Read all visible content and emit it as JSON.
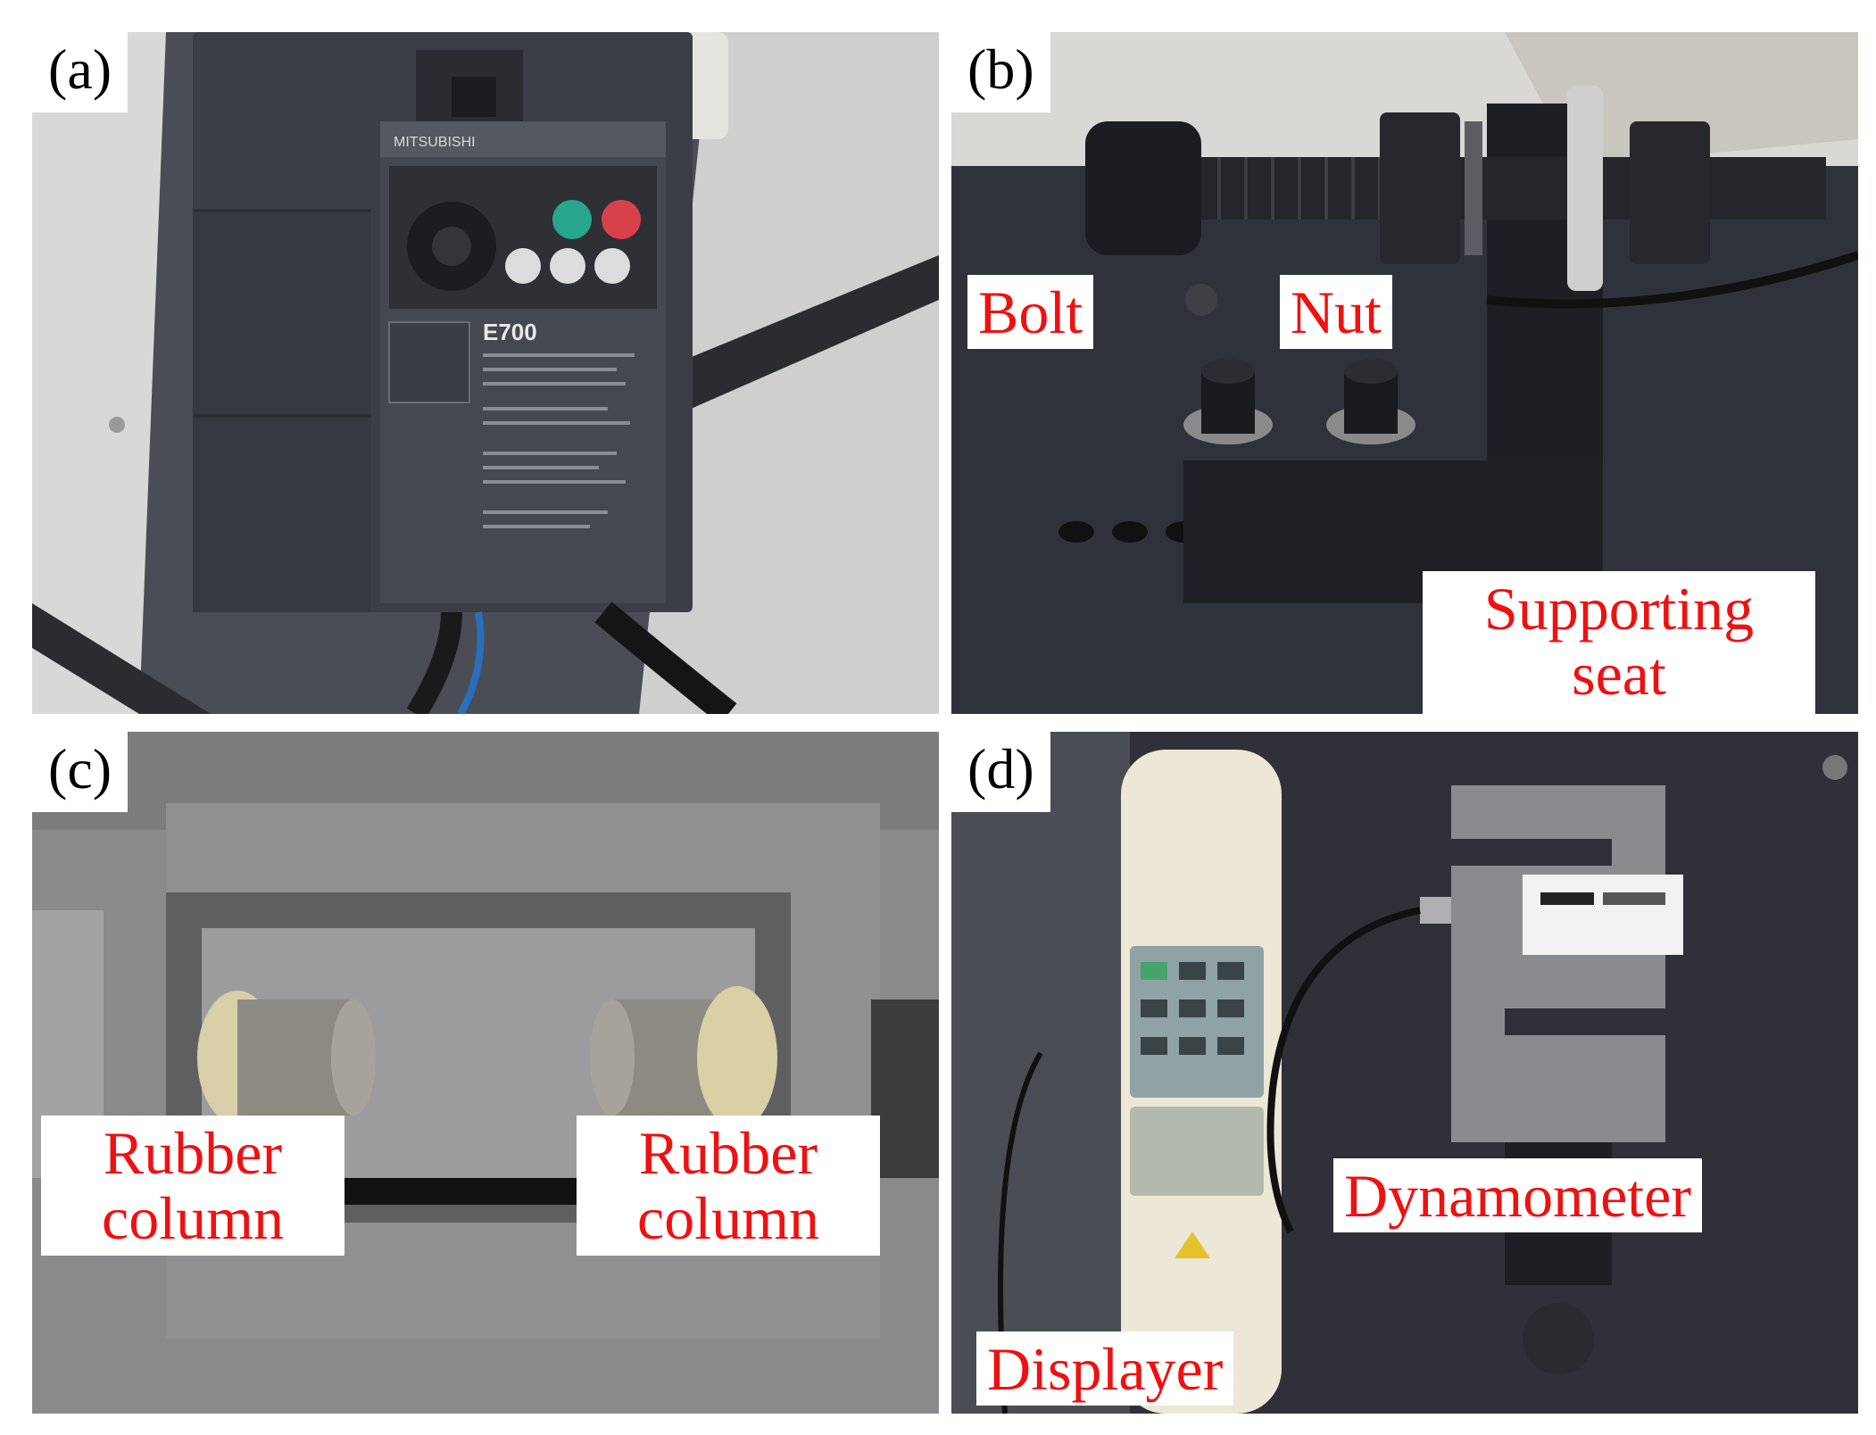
{
  "panels": {
    "a": {
      "letter": "(a)",
      "device_brand": "MITSUBISHI",
      "device_model": "E700"
    },
    "b": {
      "letter": "(b)",
      "labels": {
        "bolt": "Bolt",
        "nut": "Nut",
        "support_line1": "Supporting",
        "support_line2": "seat"
      }
    },
    "c": {
      "letter": "(c)",
      "labels": {
        "left_line1": "Rubber",
        "left_line2": "column",
        "right_line1": "Rubber",
        "right_line2": "column"
      }
    },
    "d": {
      "letter": "(d)",
      "labels": {
        "dynamometer": "Dynamometer",
        "displayer": "Displayer"
      }
    }
  },
  "colors": {
    "label_text": "#ee1111",
    "label_bg": "#ffffff",
    "letter_text": "#000000"
  }
}
